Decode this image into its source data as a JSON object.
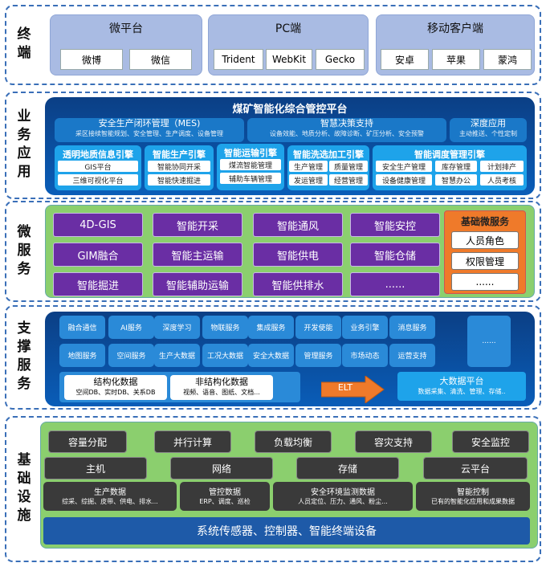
{
  "layers": {
    "terminal": "终端",
    "business": "业务应用",
    "micro": "微服务",
    "support": "支撑服务",
    "infra": "基础设施"
  },
  "terminal": {
    "groups": [
      {
        "title": "微平台",
        "items": [
          "微博",
          "微信"
        ]
      },
      {
        "title": "PC端",
        "items": [
          "Trident",
          "WebKit",
          "Gecko"
        ]
      },
      {
        "title": "移动客户端",
        "items": [
          "安卓",
          "苹果",
          "蒙鸿"
        ]
      }
    ]
  },
  "business": {
    "title": "煤矿智能化综合管控平台",
    "sections": [
      {
        "title": "安全生产闭环管理（MES)",
        "sub": "采区接续智能规划、安全管理、生产调度、设备管理"
      },
      {
        "title": "智慧决策支持",
        "sub": "设备效能、地质分析、故障诊断、矿压分析、安全预警"
      },
      {
        "title": "深度应用",
        "sub": "主动推送、个性定制"
      }
    ],
    "engines": [
      {
        "title": "透明地质信息引擎",
        "items": [
          "GIS平台",
          "三维可视化平台"
        ]
      },
      {
        "title": "智能生产引擎",
        "items": [
          "智能协同开采",
          "智能快速掘进"
        ]
      },
      {
        "title": "智能运输引擎",
        "items": [
          "煤流智能管理",
          "辅助车辆管理"
        ]
      },
      {
        "title": "智能洗选加工引擎",
        "items": [
          "生产管理",
          "质量管理",
          "发运管理",
          "经营管理"
        ]
      },
      {
        "title": "智能调度管理引擎",
        "items": [
          "安全生产管理",
          "库存管理",
          "计划排产",
          "设备健康管理",
          "智慧办公",
          "人员考核"
        ]
      }
    ]
  },
  "micro": {
    "items": [
      "4D-GIS",
      "智能开采",
      "智能通风",
      "智能安控",
      "GIM融合",
      "智能主运输",
      "智能供电",
      "智能仓储",
      "智能掘进",
      "智能辅助运输",
      "智能供排水",
      "......"
    ],
    "basic": {
      "title": "基础微服务",
      "items": [
        "人员角色",
        "权限管理",
        "......"
      ]
    }
  },
  "support": {
    "services": [
      "融合通信",
      "AI服务",
      "深度学习",
      "物联服务",
      "集成服务",
      "开发使能",
      "业务引擎",
      "消息服务",
      "地图服务",
      "空间服务",
      "生产大数据",
      "工况大数据",
      "安全大数据",
      "管理服务",
      "市场动态",
      "运营支持"
    ],
    "more": "......",
    "structured": {
      "title": "结构化数据",
      "sub": "空间DB、实时DB、关系DB"
    },
    "unstructured": {
      "title": "非结构化数据",
      "sub": "视频、语音、图纸、文档..."
    },
    "elt": "ELT",
    "bigdata": {
      "title": "大数据平台",
      "sub": "数据采集、清洗、管理、存储.."
    }
  },
  "infra": {
    "row1": [
      "容量分配",
      "并行计算",
      "负载均衡",
      "容灾支持",
      "安全监控"
    ],
    "row2": [
      "主机",
      "网络",
      "存储",
      "云平台"
    ],
    "data": [
      {
        "title": "生产数据",
        "sub": "综采、综掘、皮带、供电、排水..."
      },
      {
        "title": "管控数据",
        "sub": "ERP、调度、巡检"
      },
      {
        "title": "安全环境监测数据",
        "sub": "人员定位、压力、通风、粉尘..."
      },
      {
        "title": "智能控制",
        "sub": "已有的智能化应用和成果数据"
      }
    ],
    "bottom": "系统传感器、控制器、智能终端设备"
  }
}
